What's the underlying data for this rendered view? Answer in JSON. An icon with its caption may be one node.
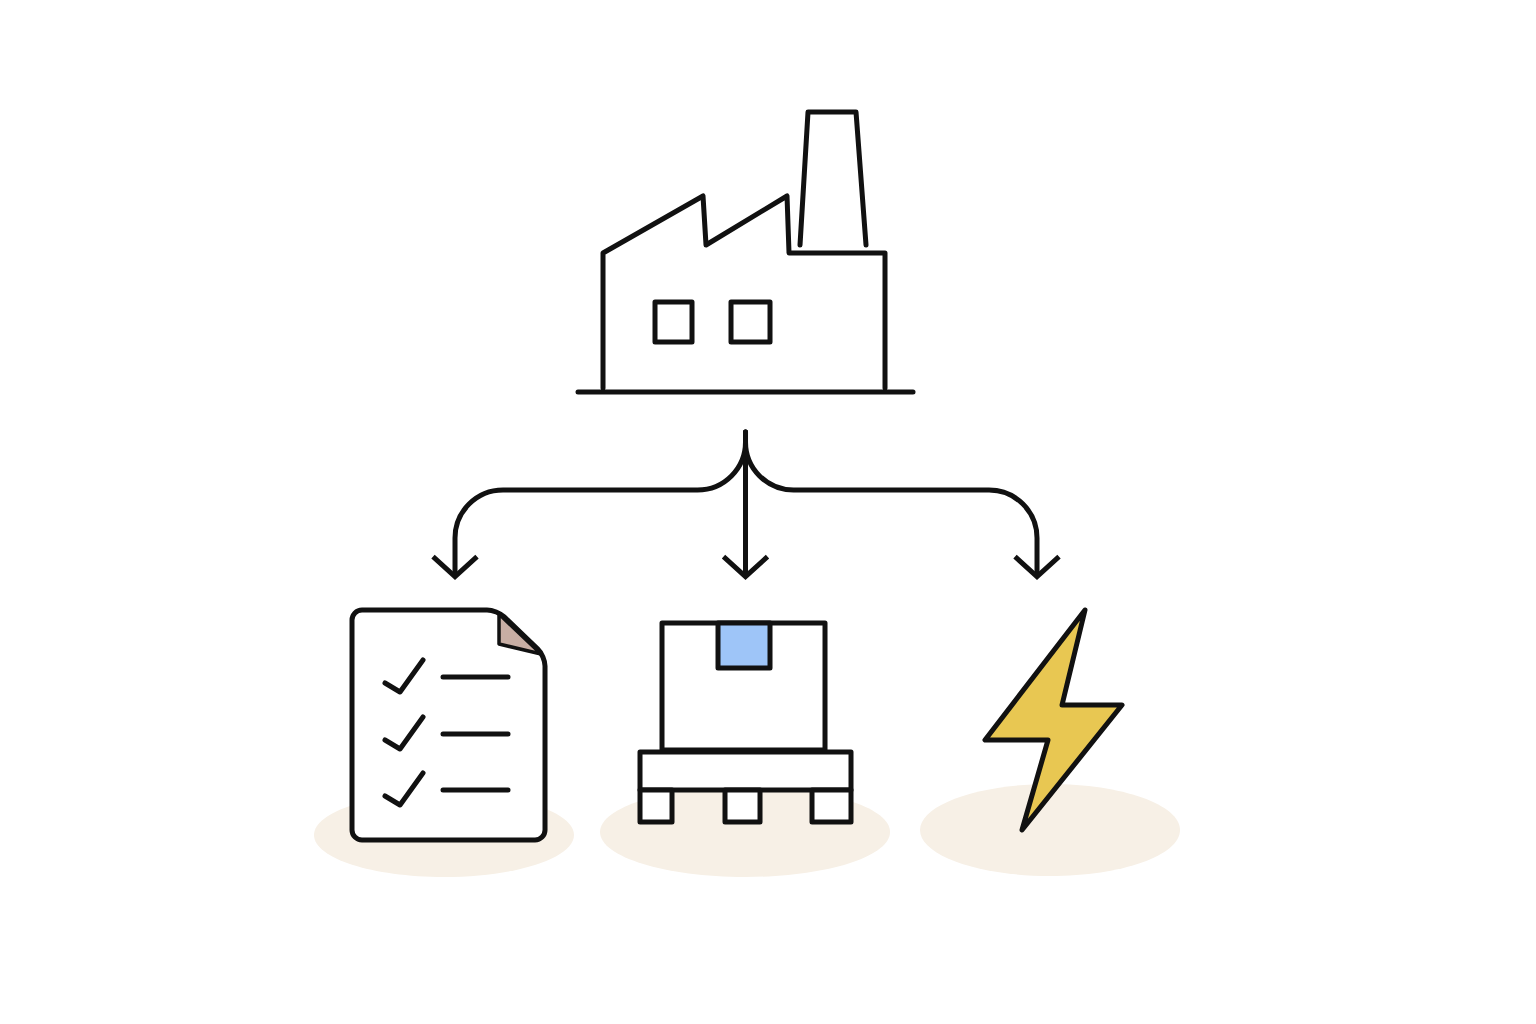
{
  "diagram": {
    "nodes": [
      {
        "text": [],
        "shape": "picture"
      },
      {
        "text": [],
        "shape": "picture"
      },
      {
        "text": [],
        "shape": "picture"
      },
      {
        "text": [],
        "shape": "picture"
      }
    ],
    "edges": [
      {
        "from": 0,
        "to": 1,
        "arrow": "to"
      },
      {
        "from": 0,
        "to": 2,
        "arrow": "to"
      },
      {
        "from": 0,
        "to": 3,
        "arrow": "to"
      }
    ]
  }
}
